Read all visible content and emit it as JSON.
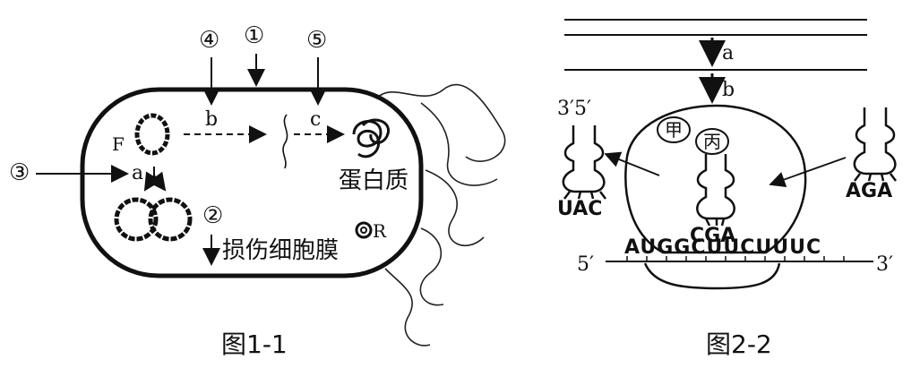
{
  "fig1": {
    "caption": "图1-1",
    "circled": [
      "④",
      "①",
      "⑤",
      "③",
      "②"
    ],
    "labels": {
      "F": "F",
      "a": "a",
      "b": "b",
      "c": "c",
      "R": "R"
    },
    "protein": "蛋白质",
    "damage": "损伤细胞膜"
  },
  "fig2": {
    "caption": "图2-2",
    "a": "a",
    "b": "b",
    "end_top": "3′5′",
    "jia": "甲",
    "bing": "丙",
    "anticodon_left": "UAC",
    "anticodon_mid": "CGA",
    "anticodon_right": "AGA",
    "mrna": "AUGGCUUCUUUC",
    "end5": "5′",
    "end3": "3′"
  }
}
